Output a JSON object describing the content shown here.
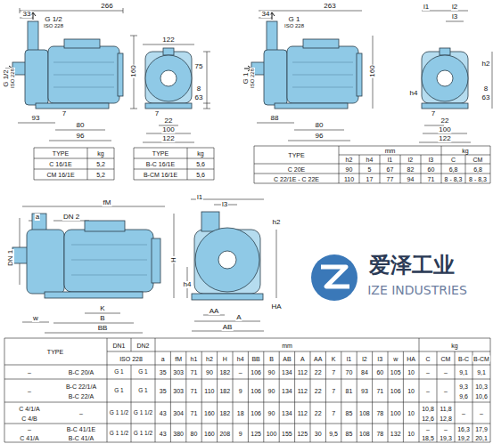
{
  "diagram": {
    "labels": [
      "266",
      "33",
      "G 1/2",
      "ISO 228",
      "G 1/2",
      "ISO 228",
      "160",
      "7",
      "93",
      "80",
      "96",
      "122",
      "75",
      "8",
      "63",
      "7",
      "22",
      "100",
      "122",
      "TYPE",
      "kg",
      "C 16/1E",
      "5,2",
      "CM 16/1E",
      "5,2",
      "TYPE",
      "kg",
      "B-C 16/1E",
      "5,6",
      "B-CM 16/1E",
      "5,6",
      "263",
      "34",
      "G 1",
      "ISO 228",
      "G 1",
      "ISO 228",
      "160",
      "88",
      "80",
      "96",
      "l1",
      "l2",
      "l3",
      "h2",
      "h4",
      "8",
      "63",
      "7",
      "22",
      "100",
      "122",
      "TYPE",
      "mm",
      "kg",
      "h2",
      "h4",
      "l1",
      "l2",
      "l3",
      "C",
      "CM",
      "C 20E",
      "90",
      "5",
      "67",
      "82",
      "60",
      "6,8",
      "6,8",
      "C 22/1E - C 22E",
      "110",
      "17",
      "77",
      "94",
      "71",
      "8 - 8,3",
      "8 - 8,3",
      "fM",
      "a",
      "DN 2",
      "DN 1",
      "H",
      "K",
      "B",
      "BB",
      "w",
      "l1",
      "l3",
      "h2",
      "h4",
      "HA",
      "AA",
      "A",
      "AB",
      "爱泽工业",
      "IZE INDUSTRIES",
      "TYPE",
      "DN1",
      "DN2",
      "ISO 228",
      "mm",
      "kg",
      "a",
      "fM",
      "h1",
      "h2",
      "H",
      "h4",
      "BB",
      "B",
      "AB",
      "A",
      "AA",
      "K",
      "l1",
      "l2",
      "l3",
      "w",
      "HA",
      "C",
      "CM",
      "B-C",
      "B-CM",
      "–",
      "B-C 20/A",
      "G 1",
      "G 1",
      "35",
      "303",
      "71",
      "90",
      "182",
      "–",
      "106",
      "90",
      "134",
      "112",
      "22",
      "7",
      "70",
      "84",
      "60",
      "105",
      "10",
      "–",
      "–",
      "9,1",
      "9,1",
      "–",
      "B-C 22/1/A",
      "B-C 22/A",
      "G 1",
      "G 1",
      "35",
      "303",
      "71",
      "110",
      "182",
      "9",
      "106",
      "90",
      "134",
      "112",
      "22",
      "7",
      "81",
      "93",
      "71",
      "106",
      "10",
      "–",
      "–",
      "9,3",
      "9,6",
      "10,3",
      "10,6",
      "C 4/1/A",
      "C 4/B",
      "–",
      "G 1 1/2",
      "G 1 1/2",
      "43",
      "304",
      "71",
      "160",
      "182",
      "18",
      "106",
      "90",
      "134",
      "112",
      "22",
      "7",
      "85",
      "108",
      "78",
      "100",
      "10",
      "10,8",
      "12,6",
      "11,8",
      "12,8",
      "–",
      "–",
      "–",
      "C 41/A",
      "B-C 41/1E",
      "B-C 41/A",
      "G 1 1/2",
      "G 1 1/2",
      "43",
      "380",
      "80",
      "160",
      "208",
      "9",
      "125",
      "100",
      "155",
      "125",
      "30",
      "9,5",
      "85",
      "108",
      "78",
      "132",
      "10",
      "–",
      "18,5",
      "–",
      "19,3",
      "16,3",
      "19,2",
      "17,9",
      "20,1"
    ]
  }
}
